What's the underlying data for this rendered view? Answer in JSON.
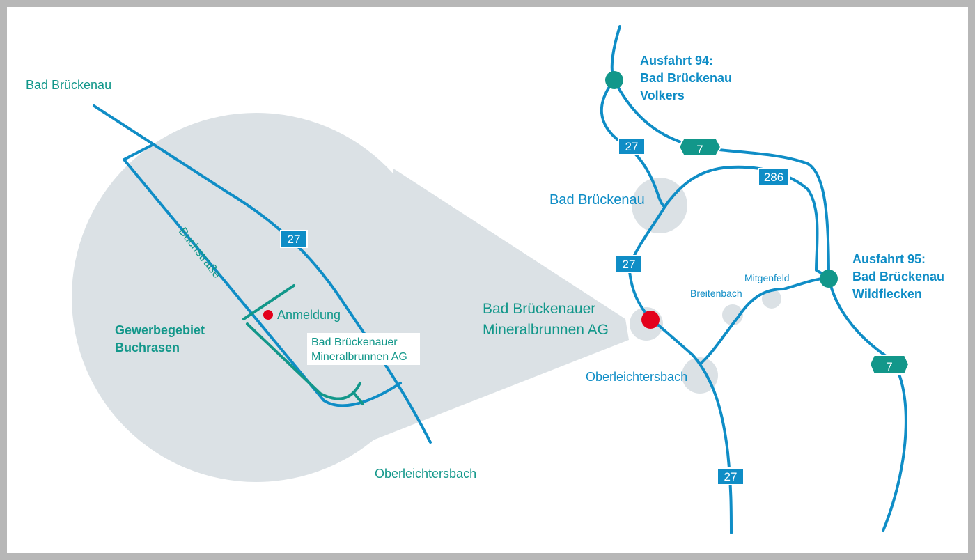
{
  "colors": {
    "road": "#0f8dc6",
    "autobahn": "#12978a",
    "zone": "#dbe1e5",
    "marker": "#e3001b",
    "frame": "#b7b7b7"
  },
  "detail": {
    "town_north": "Bad Brückenau",
    "town_south": "Oberleichtersbach",
    "street": "Buchstraße",
    "road_b27": "27",
    "registration": "Anmeldung",
    "zone_line1": "Gewerbegebiet",
    "zone_line2": "Buchrasen",
    "company_line1": "Bad Brückenauer",
    "company_line2": "Mineralbrunnen AG"
  },
  "overview": {
    "exit94_line1": "Ausfahrt 94:",
    "exit94_line2": "Bad Brückenau",
    "exit94_line3": "Volkers",
    "exit95_line1": "Ausfahrt 95:",
    "exit95_line2": "Bad Brückenau",
    "exit95_line3": "Wildflecken",
    "autobahn_a7": "7",
    "road_b27": "27",
    "road_b286": "286",
    "town_bad_brueckenau": "Bad Brückenau",
    "town_oberleichtersbach": "Oberleichtersbach",
    "village_breitenbach": "Breitenbach",
    "village_mitgenfeld": "Mitgenfeld",
    "company_line1": "Bad Brückenauer",
    "company_line2": "Mineralbrunnen AG"
  }
}
